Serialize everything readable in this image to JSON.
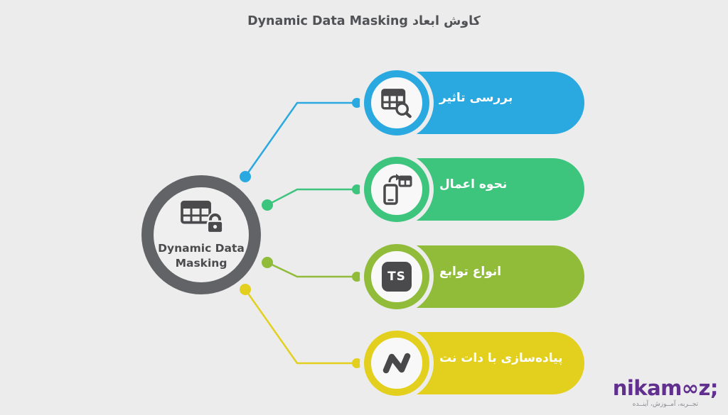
{
  "title": {
    "text": "کاوش ابعاد Dynamic Data Masking"
  },
  "center": {
    "label_line1": "Dynamic Data",
    "label_line2": "Masking",
    "icon": "masked-table-lock-icon",
    "ring_color": "#616366"
  },
  "items": [
    {
      "label": "بررسی تاثیر",
      "color": "#2AA9E1",
      "icon": "table-search-icon"
    },
    {
      "label": "نحوه اعمال",
      "color": "#3DC57E",
      "icon": "device-table-sync-icon"
    },
    {
      "label": "انواع توابع",
      "color": "#90BC3A",
      "icon": "ts-functions-icon",
      "icon_text": "TS"
    },
    {
      "label": "پیاده‌سازی با دات نت",
      "color": "#E3D01E",
      "icon": "dotnet-n-icon"
    }
  ],
  "logo": {
    "wordmark": "nikam∞z;",
    "tagline": "تجــربه، آمــوزش، آینــده",
    "color": "#61308F"
  }
}
